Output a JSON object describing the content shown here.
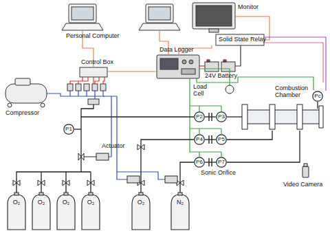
{
  "diagram": {
    "nodes": [
      {
        "text": [
          "Pc"
        ]
      },
      {
        "text": [
          "P2"
        ]
      },
      {
        "text": [
          "P3"
        ]
      },
      {
        "text": [
          "P1"
        ]
      },
      {
        "text": [
          "P4"
        ]
      },
      {
        "text": [
          "P5"
        ]
      },
      {
        "text": [
          "P6"
        ]
      },
      {
        "text": [
          "P7"
        ]
      },
      {
        "text": [
          "O₂"
        ]
      },
      {
        "text": [
          "O₂"
        ]
      },
      {
        "text": [
          "O₂"
        ]
      },
      {
        "text": [
          "O₂"
        ]
      },
      {
        "text": [
          "O₂"
        ]
      },
      {
        "text": [
          "N₂"
        ]
      }
    ],
    "edges": [
      {
        "from": 1,
        "to": 2,
        "arrow": "none"
      },
      {
        "from": 4,
        "to": 5,
        "arrow": "none"
      },
      {
        "from": 6,
        "to": 7,
        "arrow": "none"
      }
    ],
    "labels": [
      "Personal Computer",
      "Monitor",
      "Solid State Relay",
      "Data Logger",
      "24V Battery",
      "Control Box",
      "Compressor",
      "Load Cell",
      "Combustion Chamber",
      "Actuator",
      "Sonic Orifice",
      "Video Camera"
    ]
  }
}
